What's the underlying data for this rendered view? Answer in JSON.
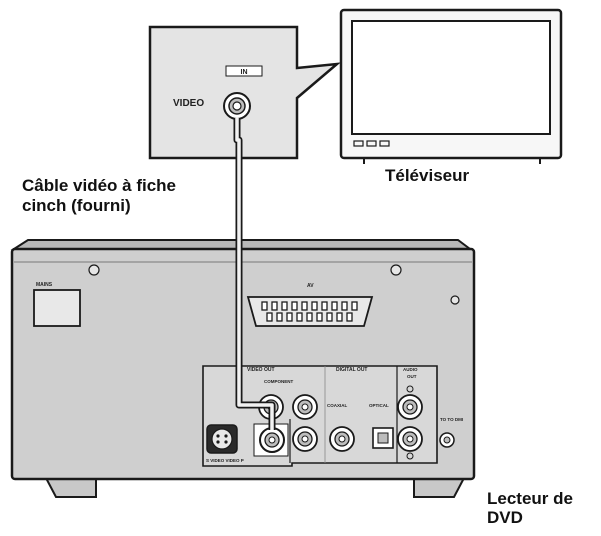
{
  "labels": {
    "cable": "Câble vidéo à fiche cinch (fourni)",
    "cable_line1": "Câble vidéo à fiche",
    "cable_line2": "cinch (fourni)",
    "tv": "Téléviseur",
    "player_line1": "Lecteur de",
    "player_line2": "DVD"
  },
  "tv_panel": {
    "in_label": "IN",
    "video_label": "VIDEO"
  },
  "player_panel": {
    "mains_label": "MAINS",
    "av_label": "AV",
    "video_out": "VIDEO OUT",
    "component": "COMPONENT",
    "digital_out": "DIGITAL OUT",
    "coaxial": "COAXIAL",
    "optical": "OPTICAL",
    "audio_out": "AUDIO OUT",
    "audio_out_line1": "AUDIO",
    "audio_out_line2": "OUT",
    "s_video": "S VIDEO",
    "video_port": "VIDEO",
    "video_port_full": "S VIDEO   VIDEO P",
    "to_dmport": "TO TO DMI"
  },
  "colors": {
    "line": "#1a1a1a",
    "panel_fill": "#e4e4e4",
    "player_fill": "#cfcfcf",
    "shadow": "#9a9a9a"
  }
}
